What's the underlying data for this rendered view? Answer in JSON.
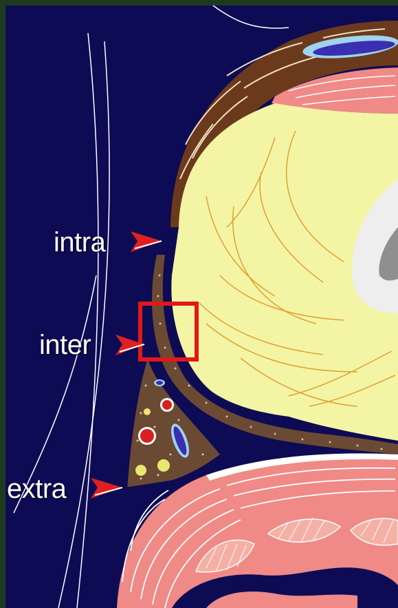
{
  "labels": {
    "intra": "intra",
    "inter": "inter",
    "extra": "extra"
  },
  "colors": {
    "background": "#0e0b55",
    "frame_border": "#1d3a1d",
    "muscle_brown": "#6b3a1c",
    "muscle_pink": "#ef8a86",
    "yellow_tissue": "#f3f5a5",
    "fiber_orange": "#e0a030",
    "arrow_red": "#e02020",
    "highlight_box": "#e01818",
    "vessel_red": "#d82020",
    "vessel_blue": "#3a2fb0",
    "cyst_yellow": "#e8e870"
  },
  "icons": {
    "pointer": "red-arrowhead-icon",
    "highlight": "red-rectangle-box"
  }
}
